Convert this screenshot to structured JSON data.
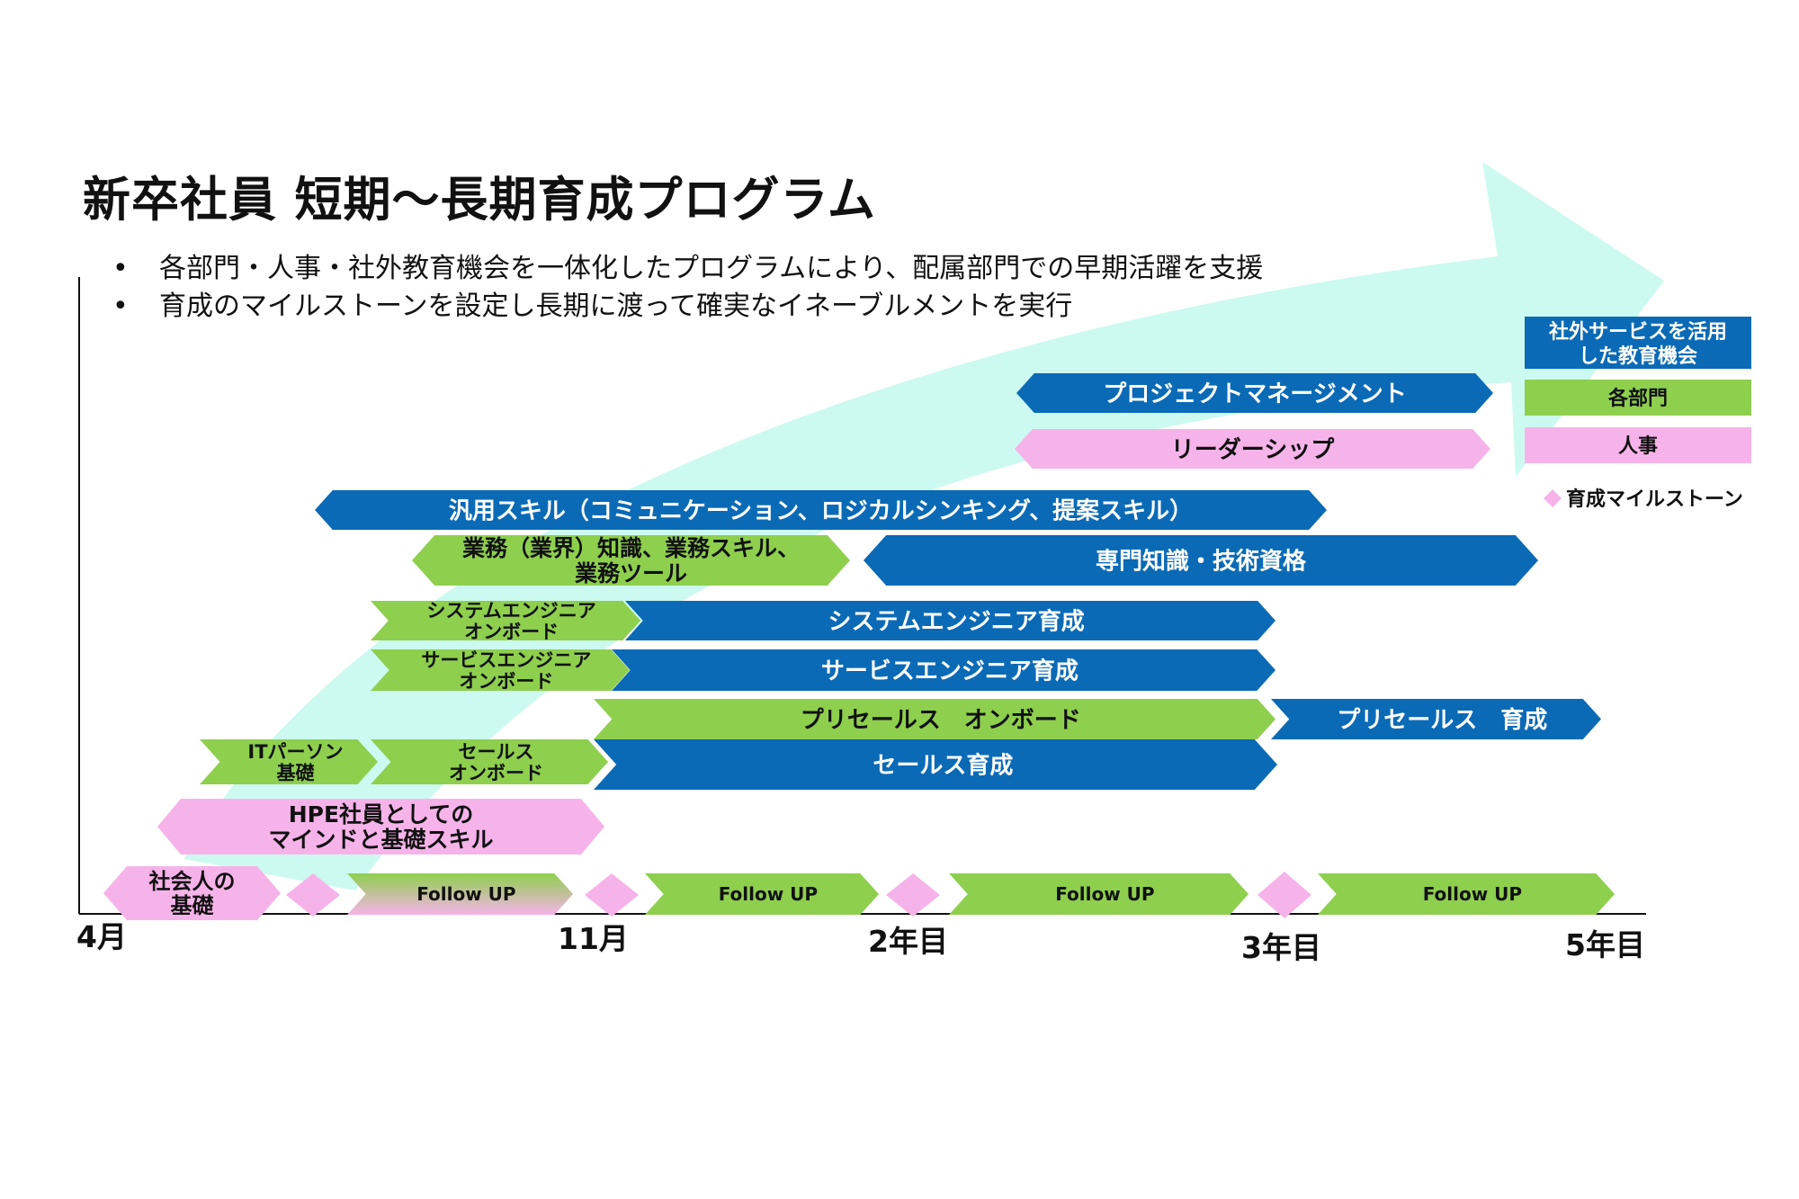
{
  "title": "新卒社員 短期〜長期育成プログラム",
  "bullets": [
    "各部門・人事・社外教育機会を一体化したプログラムにより、配属部門での早期活躍を支援",
    "育成のマイルストーンを設定し長期に渡って確実なイネーブルメントを実行"
  ],
  "colors": {
    "blue": "#0a6ab6",
    "green": "#8ecf4e",
    "pink": "#f6b3e9",
    "trend_arrow": "#ccfaf0",
    "text_dark": "#111111",
    "text_light": "#ffffff"
  },
  "axis": {
    "labels": [
      "4月",
      "11月",
      "2年目",
      "3年目",
      "5年目"
    ]
  },
  "legend": {
    "external": [
      "社外サービスを活用",
      "した教育機会"
    ],
    "department": "各部門",
    "hr": "人事",
    "milestone": "育成マイルストーン"
  },
  "bars": [
    {
      "id": "project-management",
      "lines": [
        "プロジェクトマネージメント"
      ],
      "color": "blue"
    },
    {
      "id": "leadership",
      "lines": [
        "リーダーシップ"
      ],
      "color": "pink"
    },
    {
      "id": "general-skills",
      "lines": [
        "汎用スキル（コミュニケーション、ロジカルシンキング、提案スキル）"
      ],
      "color": "blue"
    },
    {
      "id": "business-knowledge",
      "lines": [
        "業務（業界）知識、業務スキル、",
        "業務ツール"
      ],
      "color": "green"
    },
    {
      "id": "expertise-certification",
      "lines": [
        "専門知識・技術資格"
      ],
      "color": "blue"
    },
    {
      "id": "se-onboard",
      "lines": [
        "システムエンジニア",
        "オンボード"
      ],
      "color": "green"
    },
    {
      "id": "se-training",
      "lines": [
        "システムエンジニア育成"
      ],
      "color": "blue"
    },
    {
      "id": "service-onboard",
      "lines": [
        "サービスエンジニア",
        "オンボード"
      ],
      "color": "green"
    },
    {
      "id": "service-training",
      "lines": [
        "サービスエンジニア育成"
      ],
      "color": "blue"
    },
    {
      "id": "presales-onboard",
      "lines": [
        "プリセールス　オンボード"
      ],
      "color": "green"
    },
    {
      "id": "presales-training",
      "lines": [
        "プリセールス　育成"
      ],
      "color": "blue"
    },
    {
      "id": "it-person-basics",
      "lines": [
        "ITパーソン",
        "基礎"
      ],
      "color": "green"
    },
    {
      "id": "sales-onboard",
      "lines": [
        "セールス",
        "オンボード"
      ],
      "color": "green"
    },
    {
      "id": "sales-training",
      "lines": [
        "セールス育成"
      ],
      "color": "blue"
    },
    {
      "id": "hpe-mindset",
      "lines": [
        "HPE社員としての",
        "マインドと基礎スキル"
      ],
      "color": "pink"
    },
    {
      "id": "professional-basics",
      "lines": [
        "社会人の",
        "基礎"
      ],
      "color": "pink"
    },
    {
      "id": "follow-up-1",
      "lines": [
        "Follow UP"
      ],
      "color": "green-pink"
    },
    {
      "id": "follow-up-2",
      "lines": [
        "Follow UP"
      ],
      "color": "green"
    },
    {
      "id": "follow-up-3",
      "lines": [
        "Follow UP"
      ],
      "color": "green"
    },
    {
      "id": "follow-up-4",
      "lines": [
        "Follow UP"
      ],
      "color": "green"
    }
  ]
}
